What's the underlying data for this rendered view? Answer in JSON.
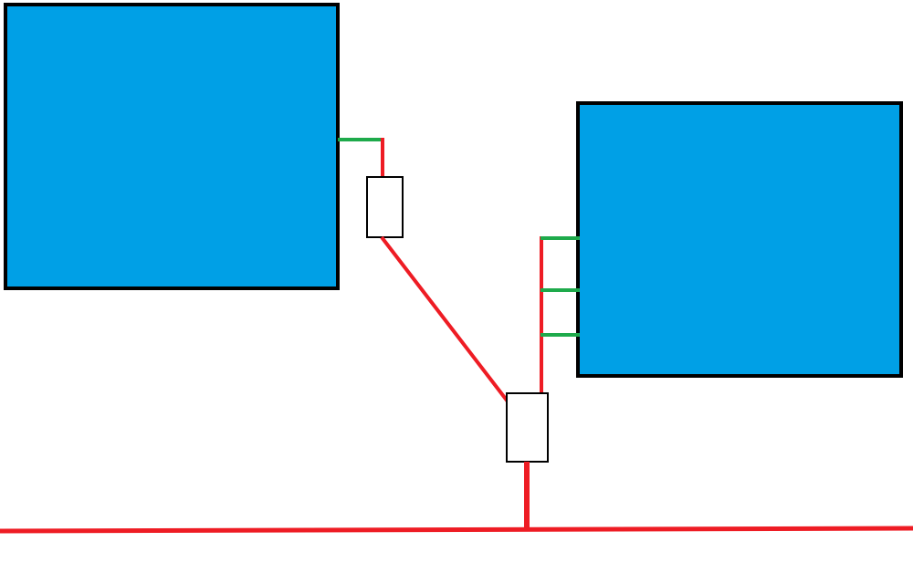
{
  "diagram": {
    "colors": {
      "panel_fill": "#00A0E6",
      "panel_border": "#000000",
      "red_wire": "#EE1C24",
      "green_wire": "#1EAA4B",
      "box_fill": "#FFFFFF",
      "box_border": "#000000",
      "background": "#FFFFFF"
    },
    "elements": {
      "panel_left": "blue-rectangle",
      "panel_right": "blue-rectangle",
      "box_upper": "white-rectangle",
      "box_lower": "white-rectangle",
      "main_line": "red-line"
    }
  }
}
